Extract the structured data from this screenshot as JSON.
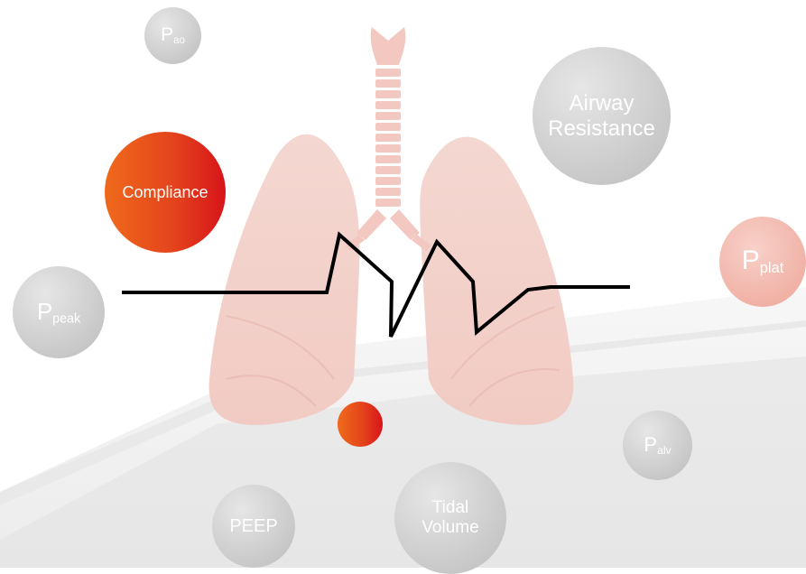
{
  "bubbles": {
    "pao": {
      "main": "P",
      "sub": "ao"
    },
    "airway": {
      "line1": "Airway",
      "line2": "Resistance"
    },
    "compliance": {
      "label": "Compliance"
    },
    "pplat": {
      "main": "P",
      "sub": "plat"
    },
    "ppeak": {
      "main": "P",
      "sub": "peak"
    },
    "palv": {
      "main": "P",
      "sub": "alv"
    },
    "tidal": {
      "line1": "Tidal",
      "line2": "Volume"
    },
    "peep": {
      "label": "PEEP"
    }
  },
  "colors": {
    "accent_red": "#e4451c",
    "bubble_grey": "#cfcfcf",
    "bubble_pink": "#f1b2a6",
    "lung_pink": "#f3d2cb",
    "waveform": "#000000"
  }
}
